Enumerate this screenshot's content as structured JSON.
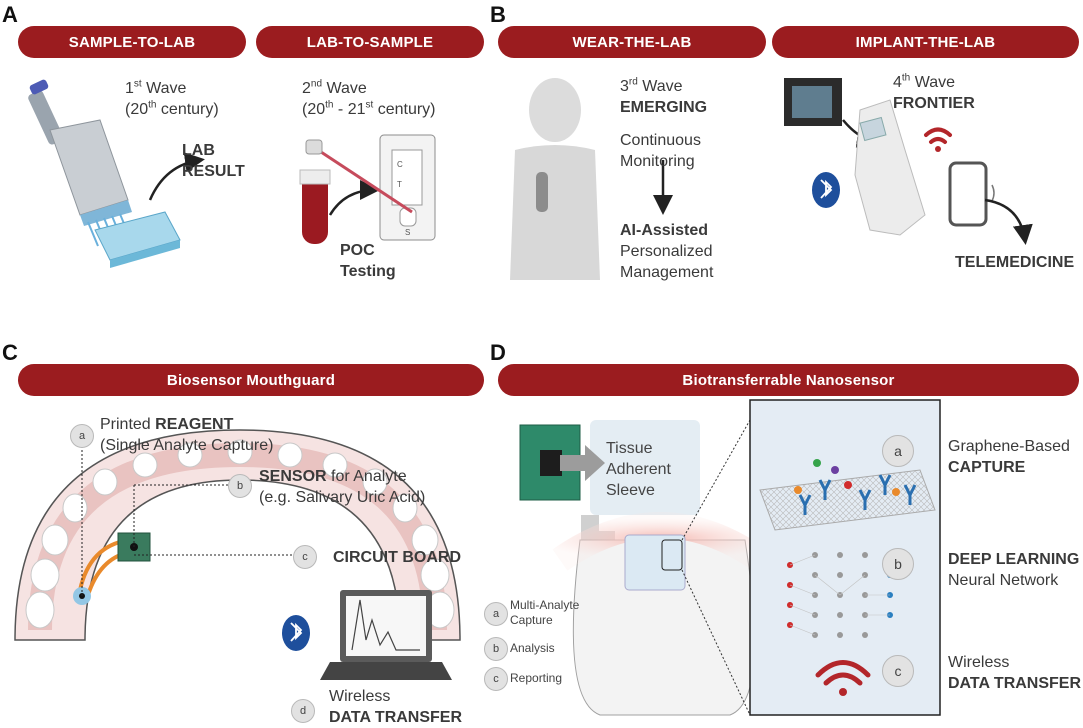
{
  "panels": {
    "a": {
      "letter": "A"
    },
    "b": {
      "letter": "B"
    },
    "c": {
      "letter": "C"
    },
    "d": {
      "letter": "D"
    }
  },
  "banners": {
    "sample_to_lab": "SAMPLE-TO-LAB",
    "lab_to_sample": "LAB-TO-SAMPLE",
    "wear_the_lab": "WEAR-THE-LAB",
    "implant_the_lab": "IMPLANT-THE-LAB",
    "mouthguard": "Biosensor Mouthguard",
    "nanosensor": "Biotransferrable Nanosensor"
  },
  "wave1": {
    "num": "1",
    "sup": "st",
    "word": " Wave",
    "line2a": "(20",
    "line2sup": "th",
    "line2b": " century)",
    "result1": "LAB",
    "result2": "RESULT"
  },
  "wave2": {
    "num": "2",
    "sup": "nd",
    "word": " Wave",
    "line2a": "(20",
    "line2sup": "th",
    "line2b": " - 21",
    "line2sup2": "st",
    "line2c": " century)",
    "poc1": "POC",
    "poc2": "Testing",
    "strip": {
      "c": "C",
      "t": "T",
      "s": "S"
    }
  },
  "wave3": {
    "num": "3",
    "sup": "rd",
    "word": " Wave",
    "status": "EMERGING",
    "cm1": "Continuous",
    "cm2": "Monitoring",
    "ai": "AI-Assisted",
    "pm1": "Personalized",
    "pm2": "Management"
  },
  "wave4": {
    "num": "4",
    "sup": "th",
    "word": " Wave",
    "status": "FRONTIER",
    "telemedicine": "TELEMEDICINE"
  },
  "mouthguard": {
    "a_badge": "a",
    "a_line1_pre": "Printed ",
    "a_line1_bold": "REAGENT",
    "a_line2": "(Single Analyte Capture)",
    "b_badge": "b",
    "b_line1_bold": "SENSOR",
    "b_line1_post": " for Analyte",
    "b_line2": "(e.g. Salivary Uric Acid)",
    "c_badge": "c",
    "c_label": "CIRCUIT BOARD",
    "d_badge": "d",
    "d_line1": "Wireless",
    "d_line2": "DATA TRANSFER"
  },
  "nanosensor": {
    "sleeve1": "Tissue",
    "sleeve2": "Adherent",
    "sleeve3": "Sleeve",
    "legend": [
      {
        "badge": "a",
        "line1": "Multi-Analyte",
        "line2": "Capture"
      },
      {
        "badge": "b",
        "line1": "Analysis",
        "line2": ""
      },
      {
        "badge": "c",
        "line1": "Reporting",
        "line2": ""
      }
    ],
    "a_badge": "a",
    "a_line1": "Graphene-Based",
    "a_line2": "CAPTURE",
    "b_badge": "b",
    "b_line1": "DEEP LEARNING",
    "b_line2": "Neural Network",
    "c_badge": "c",
    "c_line1": "Wireless",
    "c_line2": "DATA TRANSFER"
  },
  "colors": {
    "banner": "#9b1c1f",
    "blue_device": "#1e4f9c",
    "wifi_red": "#b3262a",
    "orange": "#e98a2c"
  }
}
